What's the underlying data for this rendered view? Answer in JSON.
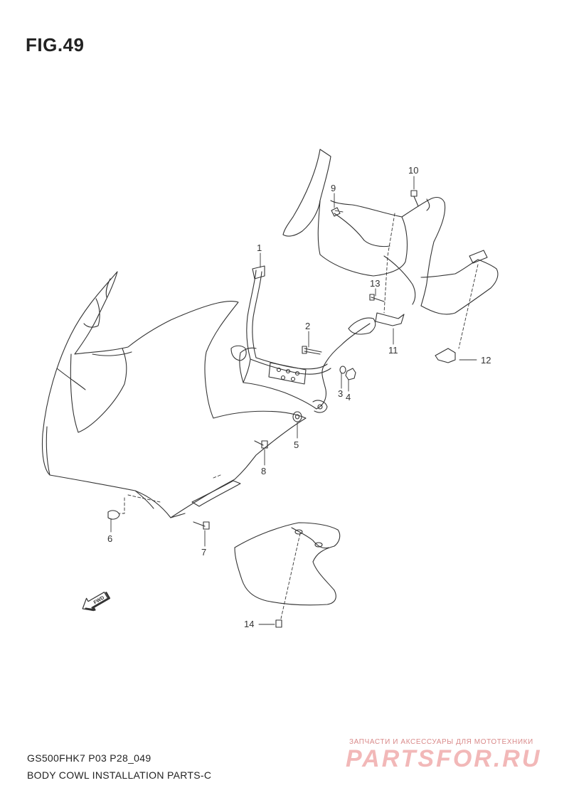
{
  "figure": {
    "title": "FIG.49"
  },
  "callouts": [
    {
      "id": "1",
      "label": "1"
    },
    {
      "id": "2",
      "label": "2"
    },
    {
      "id": "3",
      "label": "3"
    },
    {
      "id": "4",
      "label": "4"
    },
    {
      "id": "5",
      "label": "5"
    },
    {
      "id": "6",
      "label": "6"
    },
    {
      "id": "7",
      "label": "7"
    },
    {
      "id": "8",
      "label": "8"
    },
    {
      "id": "9",
      "label": "9"
    },
    {
      "id": "10",
      "label": "10"
    },
    {
      "id": "11",
      "label": "11"
    },
    {
      "id": "12",
      "label": "12"
    },
    {
      "id": "13",
      "label": "13"
    },
    {
      "id": "14",
      "label": "14"
    }
  ],
  "fwd_arrow": {
    "label": "FWD"
  },
  "footer": {
    "code": "GS500FHK7 P03 P28_049",
    "description": "BODY COWL INSTALLATION PARTS-C"
  },
  "watermark": {
    "tagline": "ЗАПЧАСТИ И АКСЕССУАРЫ ДЛЯ МОТОТЕХНИКИ",
    "logo": "PARTSFOR.RU"
  },
  "colors": {
    "line": "#333333",
    "watermark": "#f2b8b8"
  }
}
